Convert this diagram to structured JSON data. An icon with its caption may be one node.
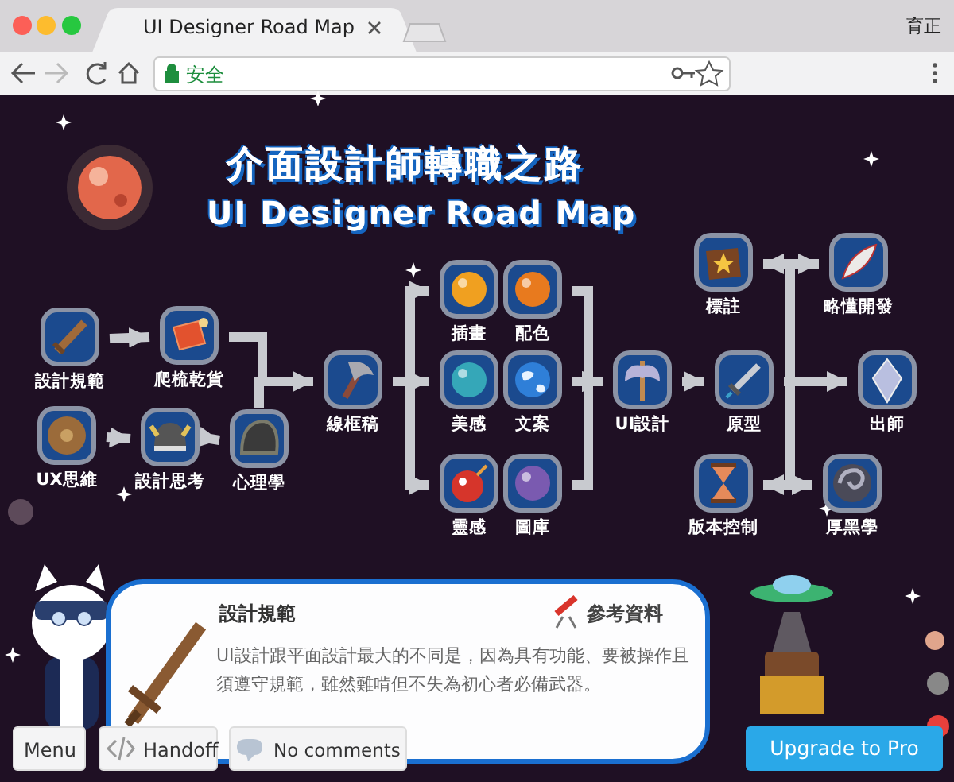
{
  "diagram": {
    "title": "介面設計師轉職之路",
    "nodes": [
      {
        "text": [
          "設計規範"
        ]
      },
      {
        "text": [
          "爬梳乾貨"
        ]
      },
      {
        "text": [
          "UX思維"
        ]
      },
      {
        "text": [
          "設計思考"
        ]
      },
      {
        "text": [
          "心理學"
        ]
      },
      {
        "text": [
          "線框稿"
        ]
      },
      {
        "text": [
          "插畫"
        ]
      },
      {
        "text": [
          "配色"
        ]
      },
      {
        "text": [
          "美感"
        ]
      },
      {
        "text": [
          "文案"
        ]
      },
      {
        "text": [
          "靈感"
        ]
      },
      {
        "text": [
          "圖庫"
        ]
      },
      {
        "text": [
          "UI設計"
        ]
      },
      {
        "text": [
          "標註"
        ]
      },
      {
        "text": [
          "略懂開發"
        ]
      },
      {
        "text": [
          "原型"
        ]
      },
      {
        "text": [
          "出師"
        ]
      },
      {
        "text": [
          "版本控制"
        ]
      },
      {
        "text": [
          "厚黑學"
        ]
      }
    ],
    "edges": [
      {
        "from": 0,
        "to": 1,
        "arrow": "to"
      },
      {
        "from": 1,
        "to": 5,
        "arrow": "to"
      },
      {
        "from": 2,
        "to": 3,
        "arrow": "to"
      },
      {
        "from": 3,
        "to": 4,
        "arrow": "to"
      },
      {
        "from": 4,
        "to": 5,
        "arrow": "to"
      },
      {
        "from": 5,
        "to": 6,
        "arrow": "to"
      },
      {
        "from": 5,
        "to": 8,
        "arrow": "to"
      },
      {
        "from": 5,
        "to": 10,
        "arrow": "to"
      },
      {
        "from": 7,
        "to": 12,
        "arrow": "to"
      },
      {
        "from": 9,
        "to": 12,
        "arrow": "to"
      },
      {
        "from": 11,
        "to": 12,
        "arrow": "to"
      },
      {
        "from": 12,
        "to": 15,
        "arrow": "to"
      },
      {
        "from": 15,
        "to": 13,
        "arrow": "to"
      },
      {
        "from": 15,
        "to": 14,
        "arrow": "to"
      },
      {
        "from": 15,
        "to": 16,
        "arrow": "to"
      },
      {
        "from": 15,
        "to": 17,
        "arrow": "to"
      },
      {
        "from": 15,
        "to": 18,
        "arrow": "to"
      }
    ],
    "labels": [
      "UI Designer Road Map",
      "育正",
      "安全",
      "UI Designer Road Map",
      "設計規範",
      "參考資料",
      "UI設計跟平面設計最大的不同是，因為具有功能、要被操作且須遵守規範，雖然難啃但不失為初心者必備武器。",
      "Menu",
      "Handoff",
      "No comments",
      "Upgrade to Pro"
    ]
  }
}
